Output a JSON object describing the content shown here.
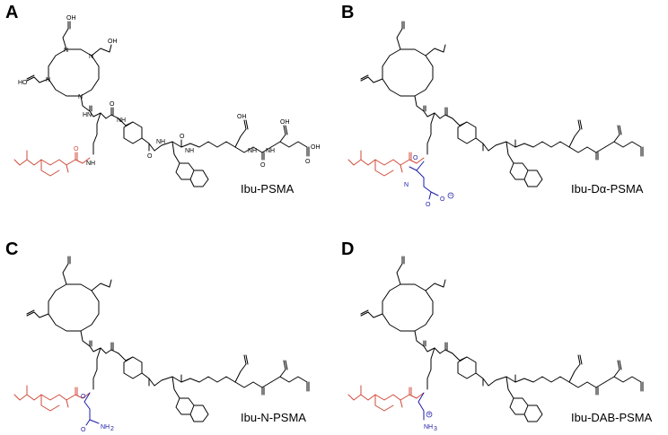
{
  "figure": {
    "panels": [
      {
        "id": "A",
        "letter": "A",
        "label": "Ibu-PSMA",
        "linker": "none"
      },
      {
        "id": "B",
        "letter": "B",
        "label": "Ibu-Dα-PSMA",
        "linker": "asp"
      },
      {
        "id": "C",
        "letter": "C",
        "label": "Ibu-N-PSMA",
        "linker": "asn"
      },
      {
        "id": "D",
        "letter": "D",
        "label": "Ibu-DAB-PSMA",
        "linker": "dab"
      }
    ],
    "atoms": {
      "oh": "OH",
      "ho": "HO",
      "n": "N",
      "nh": "NH",
      "hn": "HN",
      "h": "H",
      "n_of_h": "N",
      "o": "O",
      "o_minus": "O",
      "nh2": "NH",
      "two": "2",
      "nh3": "NH",
      "three": "3",
      "plus": "+",
      "minus": "−"
    },
    "colors": {
      "ibuprofen": "#d04a3a",
      "linker": "#1a1aa8",
      "core": "#000000"
    }
  }
}
